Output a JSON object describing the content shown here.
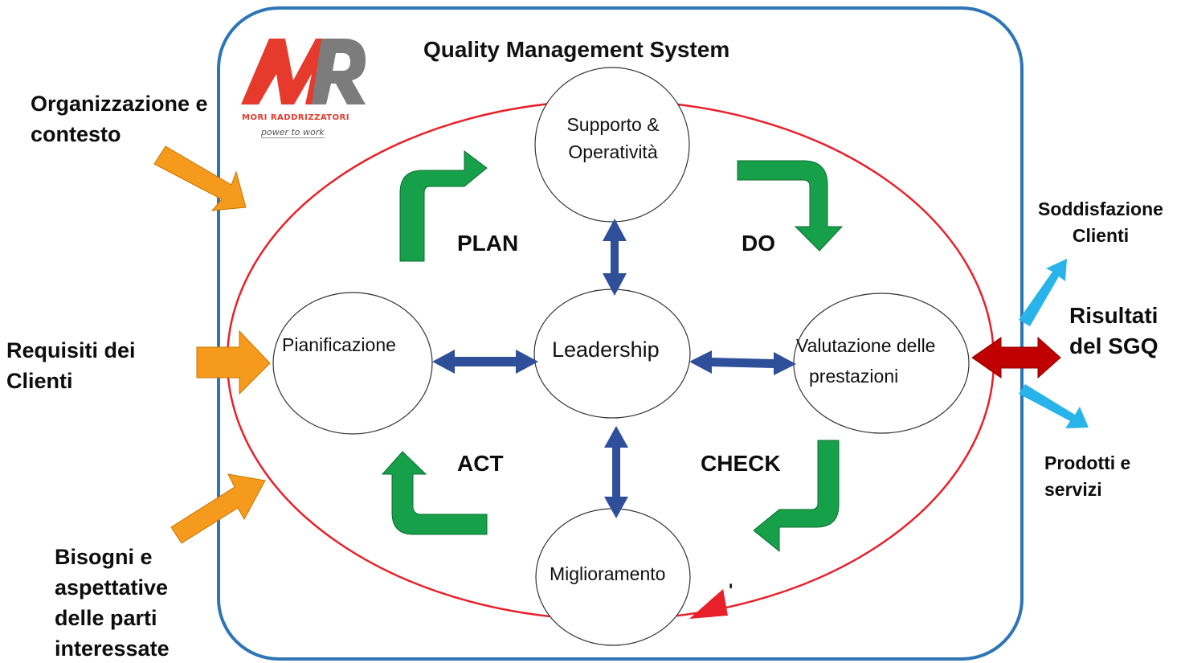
{
  "title": "Quality Management System",
  "logo": {
    "company": "MORI RADDRIZZATORI",
    "tagline": "power to work",
    "colors": {
      "m": "#e53a2c",
      "r": "#7c7c7c"
    }
  },
  "nodes": {
    "supporto": "Supporto & Operatività",
    "pianificazione": "Pianificazione",
    "leadership": "Leadership",
    "valutazione_line1": "Valutazione delle",
    "valutazione_line2": "prestazioni",
    "miglioramento": "Miglioramento"
  },
  "phases": {
    "plan": "PLAN",
    "do": "DO",
    "check": "CHECK",
    "act": "ACT"
  },
  "inputs": {
    "organizzazione": "Organizzazione e contesto",
    "requisiti": "Requisiti dei Clienti",
    "bisogni": "Bisogni e aspettative delle parti interessate"
  },
  "outputs": {
    "soddisfazione": "Soddisfazione Clienti",
    "risultati": "Risultati del SGQ",
    "prodotti": "Prodotti e servizi"
  },
  "colors": {
    "frame": "#2e75b6",
    "ellipse": "#e8202a",
    "green_arrow": "#16a04a",
    "double_arrow": "#2f4f9a",
    "orange_arrow": "#f59a1c",
    "cyan_arrow": "#28b4ea",
    "output_arrow": "#c00000"
  }
}
